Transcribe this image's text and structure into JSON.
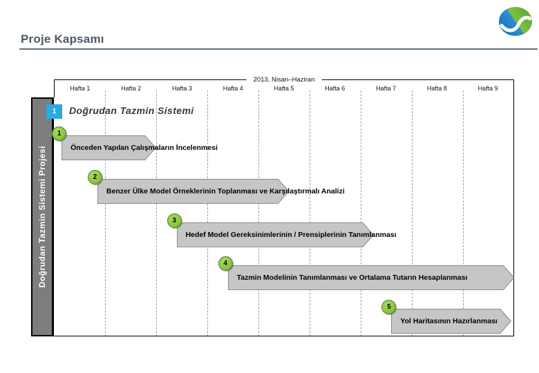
{
  "slide": {
    "title": "Proje Kapsamı"
  },
  "logo": {
    "blue": "#1a6fb5",
    "green": "#6db33f"
  },
  "timeline": {
    "period_label": "2013, Nisan–Haziran",
    "weeks": [
      "Hafta 1",
      "Hafta 2",
      "Hafta 3",
      "Hafta 4",
      "Hafta 5",
      "Hafta 6",
      "Hafta 7",
      "Hafta 8",
      "Hafta 9"
    ]
  },
  "sidebar": {
    "label": "Doğrudan Tazmin Sistemi Projesi"
  },
  "section": {
    "number": "1",
    "title": "Doğrudan Tazmin Sistemi"
  },
  "gantt": {
    "weeks_shown": 9,
    "arrow_fill": "#c6c6c6",
    "arrow_border": "#8a8a8a",
    "tasks": [
      {
        "num": "1",
        "label": "Önceden Yapılan Çalışmaların İncelenmesi",
        "start_week": 0.15,
        "end_week": 2.0
      },
      {
        "num": "2",
        "label": "Benzer Ülke Model Örneklerinin Toplanması ve Karşılaştırmalı Analizi",
        "start_week": 0.85,
        "end_week": 4.6
      },
      {
        "num": "3",
        "label": "Hedef Model Gereksinimlerinin / Prensiplerinin Tanımlanması",
        "start_week": 2.4,
        "end_week": 6.25
      },
      {
        "num": "4",
        "label": "Tazmin Modelinin Tanımlanması ve Ortalama Tutarın Hesaplanması",
        "start_week": 3.4,
        "end_week": 9.0
      },
      {
        "num": "5",
        "label": "Yol Haritasının Hazırlanması",
        "start_week": 6.6,
        "end_week": 8.95
      }
    ]
  }
}
